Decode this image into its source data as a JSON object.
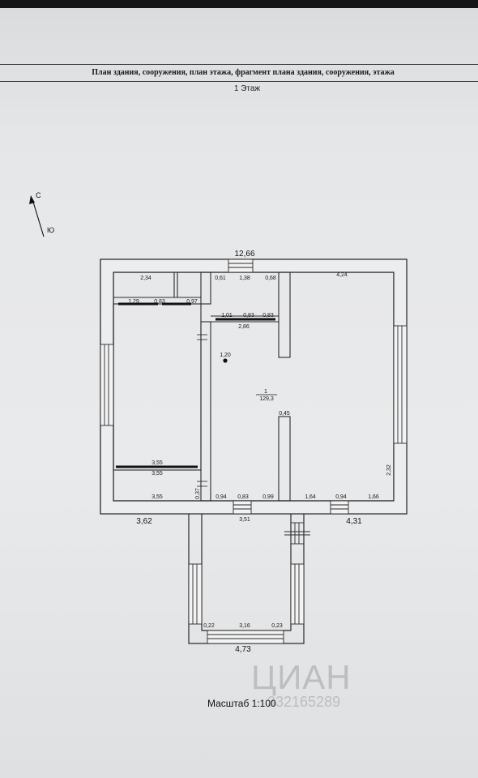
{
  "header": {
    "title": "План здания, сооружения, план этажа, фрагмент плана здания, сооружения, этажа",
    "floor": "1 Этаж"
  },
  "compass": {
    "north": "С",
    "south": "Ю"
  },
  "room": {
    "number": "1",
    "area": "129,3"
  },
  "dims": {
    "overall_width": "12,66",
    "left_width": "3,62",
    "right_width": "4,31",
    "porch_width": "4,73",
    "d_2_34": "2,34",
    "d_0_61": "0,61",
    "d_1_38": "1,38",
    "d_0_68": "0,68",
    "d_4_24": "4,24",
    "d_1_29": "1,29",
    "d_0_83_a": "0,83",
    "d_0_97": "0,97",
    "d_1_01": "1,01",
    "d_0_83_b": "0,83",
    "d_0_83_c": "0,83",
    "d_2_86": "2,86",
    "d_1_20": "1,20",
    "d_0_45": "0,45",
    "d_3_55_a": "3,55",
    "d_3_55_b": "3,55",
    "d_3_55_c": "3,55",
    "d_0_37": "0,37",
    "d_0_94_a": "0,94",
    "d_0_83_d": "0,83",
    "d_0_99": "0,99",
    "d_1_64": "1,64",
    "d_0_94_b": "0,94",
    "d_1_66": "1,66",
    "d_2_32": "2,32",
    "d_3_51": "3,51",
    "d_0_22": "0,22",
    "d_3_16": "3,16",
    "d_0_23": "0,23"
  },
  "scale_label": "Масштаб 1:100",
  "watermark": {
    "word": "ЦИАН",
    "id": "332165289"
  }
}
